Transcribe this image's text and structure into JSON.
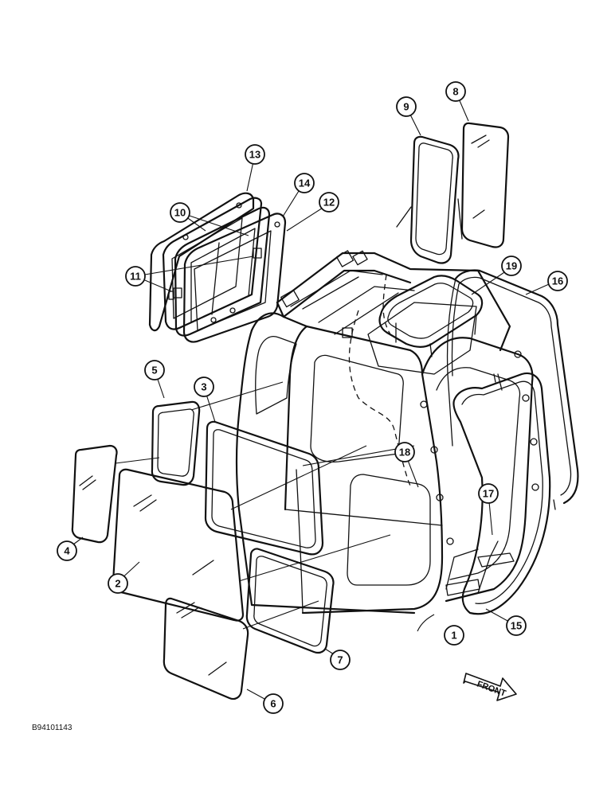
{
  "figure_code": "B94101143",
  "front_label": "FRONT",
  "callouts": [
    "1",
    "2",
    "3",
    "4",
    "5",
    "6",
    "7",
    "8",
    "9",
    "10",
    "11",
    "12",
    "13",
    "14",
    "15",
    "16",
    "17",
    "18",
    "19"
  ]
}
